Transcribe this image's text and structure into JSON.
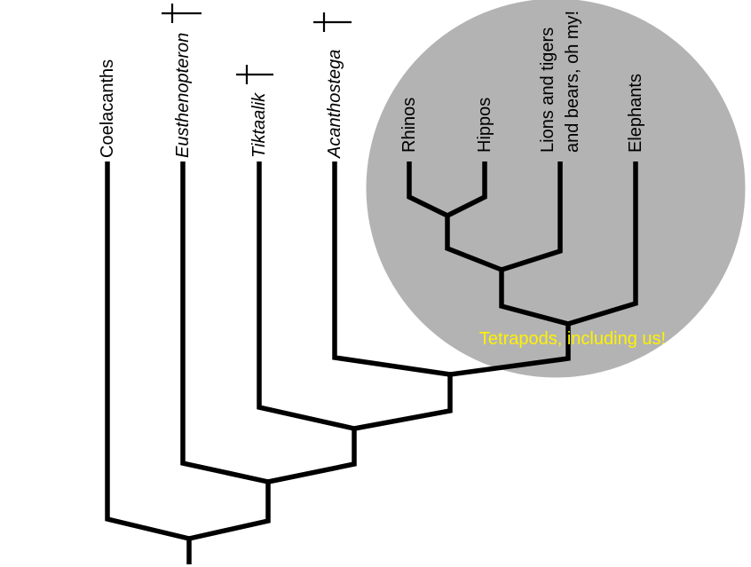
{
  "figure": {
    "type": "cladogram",
    "description": "Phylogenetic tree of lobe-finned fishes and tetrapods with tetrapod clade highlighted by gray circle"
  },
  "colors": {
    "background": "#ffffff",
    "branch": "#000000",
    "label": "#000000",
    "highlight_circle": "#b3b3b3",
    "highlight_text": "#fff200"
  },
  "taxa": [
    {
      "name": "Coelacanths",
      "italic": false,
      "extinct": false
    },
    {
      "name": "Eusthenopteron",
      "italic": true,
      "extinct": true
    },
    {
      "name": "Tiktaalik",
      "italic": true,
      "extinct": true
    },
    {
      "name": "Acanthostega",
      "italic": true,
      "extinct": true
    },
    {
      "name": "Rhinos",
      "italic": false,
      "extinct": false
    },
    {
      "name": "Hippos",
      "italic": false,
      "extinct": false
    },
    {
      "name": "Lions and tigers",
      "name_line2": "and bears, oh my!",
      "italic": false,
      "extinct": false
    },
    {
      "name": "Elephants",
      "italic": false,
      "extinct": false
    }
  ],
  "annotation": {
    "text": "Tetrapods, including us!"
  },
  "tree": {
    "newick": "(Coelacanths,(Eusthenopteron,(Tiktaalik,(Acanthostega,(((Rhinos,Hippos),Lions-tigers-bears),Elephants)))));",
    "highlighted_clade": "Tetrapods"
  },
  "icons": {
    "extinct_marker": "dagger-cross"
  }
}
